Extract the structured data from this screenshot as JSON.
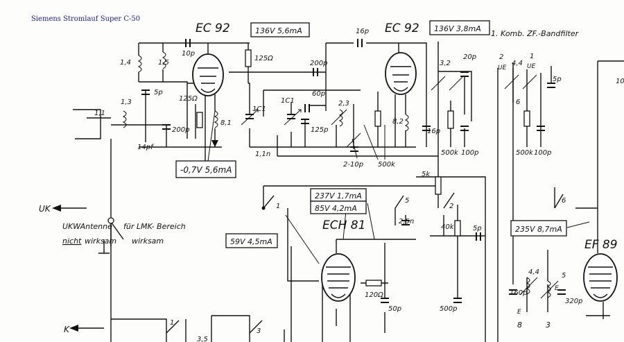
{
  "caption": "Siemens Stromlauf Super C-50",
  "tubes": [
    {
      "name": "EC 92"
    },
    {
      "name": "EC 92"
    },
    {
      "name": "ECH 81"
    },
    {
      "name": "EF 89"
    }
  ],
  "voltage_boxes": [
    {
      "text": "136V 5,6mA"
    },
    {
      "text": "136V 3,8mA"
    },
    {
      "text": "-0,7V 5,6mA"
    },
    {
      "text": "237V 1,7mA"
    },
    {
      "text": "85V 4,2mA"
    },
    {
      "text": "59V 4,5mA"
    },
    {
      "text": "235V 8,7mA"
    }
  ],
  "filter_label": "1. Komb. ZF.-Bandfilter",
  "labels": {
    "uk": "UK",
    "k": "K",
    "antenna_line1": "UKWAntenne",
    "antenna_line2_a": "nicht",
    "antenna_line2_b": "wirksam",
    "lmk_line1": "für LMK- Bereich",
    "lmk_line2": "wirksam"
  },
  "components": {
    "c_10p": "10p",
    "c_16p": "16p",
    "r_125": "125Ω",
    "c_200p_top": "200p",
    "c_60p": "60p",
    "c_20p": "20p",
    "c_5p_a": "5p",
    "c_5p_b": "5p",
    "c_5p_c": "5p",
    "r_125_b": "125Ω",
    "c_200p_b": "200p",
    "c_14pf": "14pf",
    "c_125p": "125p",
    "c_16p_b": "16p",
    "c_11n": "1,1n",
    "c_1c1_a": "1C1",
    "c_1c1_b": "1C1",
    "c_2_10p": "2-10p",
    "r_500k": "500k",
    "r_500k_a": "500k",
    "c_100p_a": "100p",
    "r_500k_b": "500k",
    "c_100p_b": "100p",
    "r_5k": "5k",
    "c_2_5n": "2,5n",
    "r_40k": "40k",
    "r_120": "120Ω",
    "c_50p": "50p",
    "c_500p": "500p",
    "c_160p": "160p",
    "c_320p": "320p",
    "n_1_4": "1,4",
    "n_1_5": "1,5",
    "n_1_3": "1,3",
    "n_1_1": "1,1",
    "n_8_1": "8,1",
    "n_8_2": "8,2",
    "n_2_3": "2,3",
    "n_3_2": "3,2",
    "n_2": "2",
    "n_4_4": "4,4",
    "n_1": "1",
    "n_ue_a": "UE",
    "n_ue_b": "UE",
    "n_6": "6",
    "n_4_4b": "4,4",
    "n_5": "5",
    "n_8": "8",
    "n_3": "3",
    "n_e_a": "E",
    "n_e_b": "E",
    "n_10": "10",
    "n_3_5": "3,5",
    "sw_1": "1",
    "sw_5": "5",
    "sw_2": "2",
    "sw_6": "6",
    "sw_1b": "1",
    "sw_3": "3"
  }
}
